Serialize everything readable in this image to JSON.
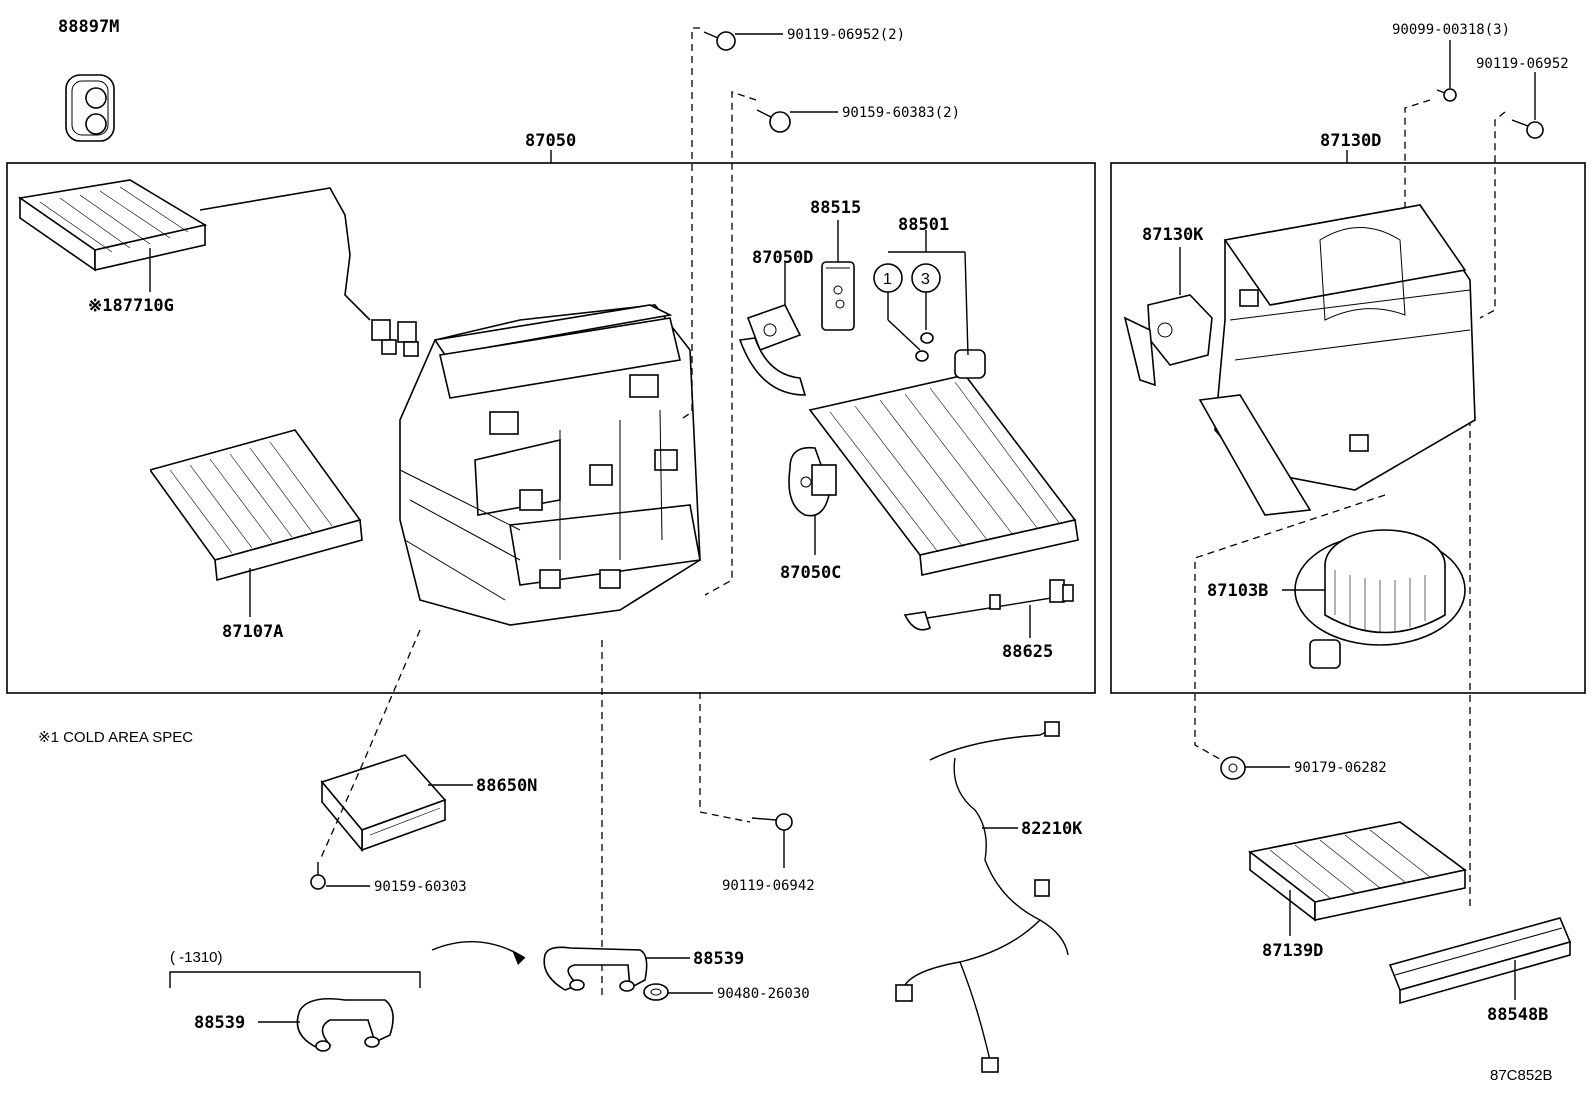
{
  "diagram_id": "87C852B",
  "notes": {
    "cold_area": "※1 COLD AREA SPEC",
    "range": "(      -1310)"
  },
  "callouts": {
    "c1": "1",
    "c3": "3"
  },
  "parts": {
    "p88897M": "88897M",
    "p87050": "87050",
    "p87710G": "※187710G",
    "p87107A": "87107A",
    "p90119_06952_2": "90119-06952(2)",
    "p90159_60383_2": "90159-60383(2)",
    "p88515": "88515",
    "p88501": "88501",
    "p87050D": "87050D",
    "p87050C": "87050C",
    "p88625": "88625",
    "p90099_00318_3": "90099-00318(3)",
    "p90119_06952": "90119-06952",
    "p87130D": "87130D",
    "p87130K": "87130K",
    "p87103B": "87103B",
    "p88650N": "88650N",
    "p90159_60303": "90159-60303",
    "p90119_06942": "90119-06942",
    "p82210K": "82210K",
    "p90179_06282": "90179-06282",
    "p87139D": "87139D",
    "p88539a": "88539",
    "p90480_26030": "90480-26030",
    "p88539b": "88539",
    "p88548B": "88548B"
  }
}
